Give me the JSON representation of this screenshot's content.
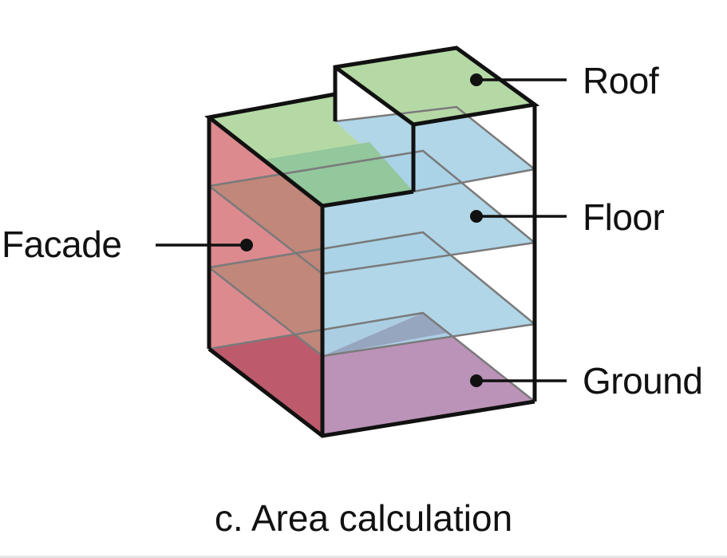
{
  "figure": {
    "caption": "c. Area calculation",
    "labels": {
      "roof": "Roof",
      "floor": "Floor",
      "facade": "Facade",
      "ground": "Ground"
    },
    "colors": {
      "roof": "#b5d9a5",
      "roof_overlap": "#93c79c",
      "floor": "#a9d3e6",
      "floor_overlap": "#86bedc",
      "facade": "#dd8a8f",
      "facade_overlap": "#c0877a",
      "ground": "#bb93b8",
      "ground_facade": "#bd5b6c",
      "ground_floor_overlap": "#97a6bf",
      "outline": "#111111",
      "plane_edge": "#7a7a7a"
    }
  }
}
